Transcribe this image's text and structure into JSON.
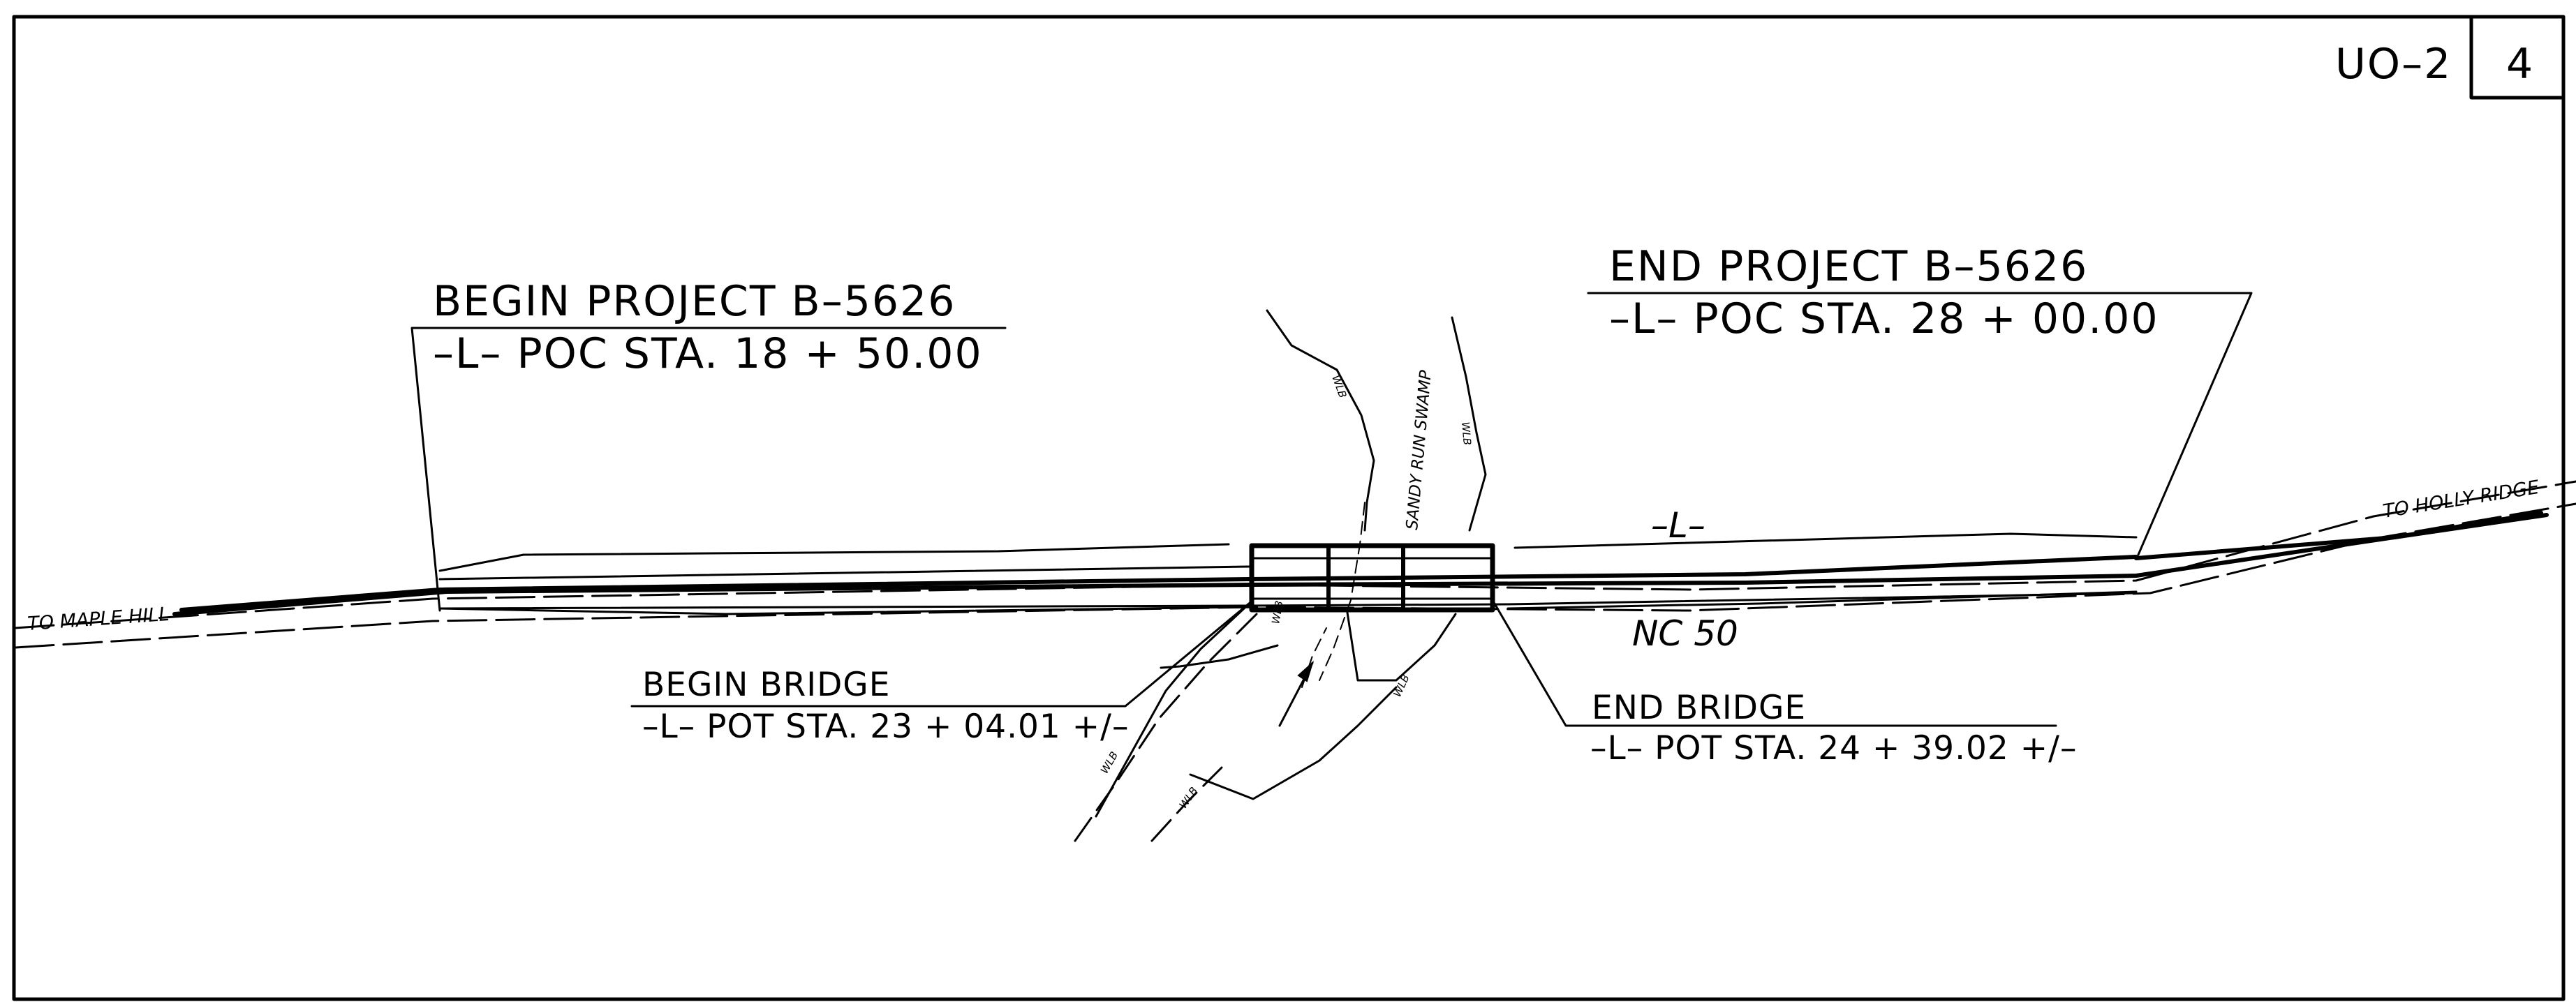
{
  "sheet": {
    "code": "UO–2",
    "number": "4"
  },
  "begin_project": {
    "line1": "BEGIN  PROJECT  B–5626",
    "line2": "–L–  POC   STA. 18 + 50.00"
  },
  "end_project": {
    "line1": "END  PROJECT  B–5626",
    "line2": "–L–  POC   STA. 28 + 00.00"
  },
  "begin_bridge": {
    "line1": "BEGIN  BRIDGE",
    "line2": "–L–  POT  STA. 23 + 04.01 +/–"
  },
  "end_bridge": {
    "line1": "END  BRIDGE",
    "line2": "–L–  POT  STA. 24 + 39.02 +/–"
  },
  "alignment_label": "–L–",
  "road_name": "NC 50",
  "direction_west": "TO MAPLE HILL",
  "direction_east": "TO HOLLY RIDGE",
  "stream_name": "SANDY RUN SWAMP",
  "wetland_tag": "WLB",
  "colors": {
    "ink": "#000000",
    "background": "#ffffff"
  }
}
